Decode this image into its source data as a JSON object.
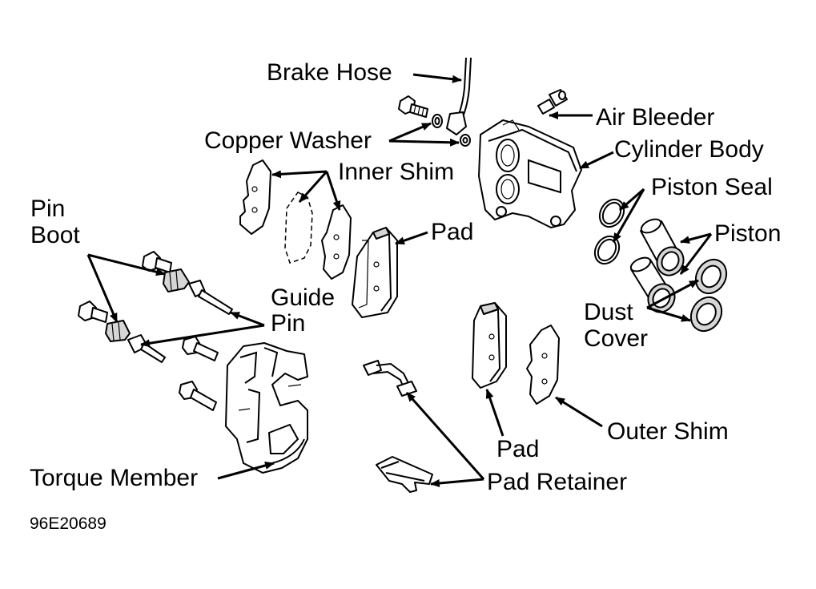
{
  "labels": {
    "brake_hose": "Brake Hose",
    "air_bleeder": "Air Bleeder",
    "copper_washer": "Copper Washer",
    "cylinder_body": "Cylinder Body",
    "inner_shim": "Inner Shim",
    "piston_seal": "Piston Seal",
    "pin_boot_line1": "Pin",
    "pin_boot_line2": "Boot",
    "pad_upper": "Pad",
    "piston": "Piston",
    "guide_pin_line1": "Guide",
    "guide_pin_line2": "Pin",
    "dust_cover_line1": "Dust",
    "dust_cover_line2": "Cover",
    "outer_shim": "Outer Shim",
    "pad_lower": "Pad",
    "torque_member": "Torque Member",
    "pad_retainer": "Pad Retainer"
  },
  "figure_code": "96E20689"
}
